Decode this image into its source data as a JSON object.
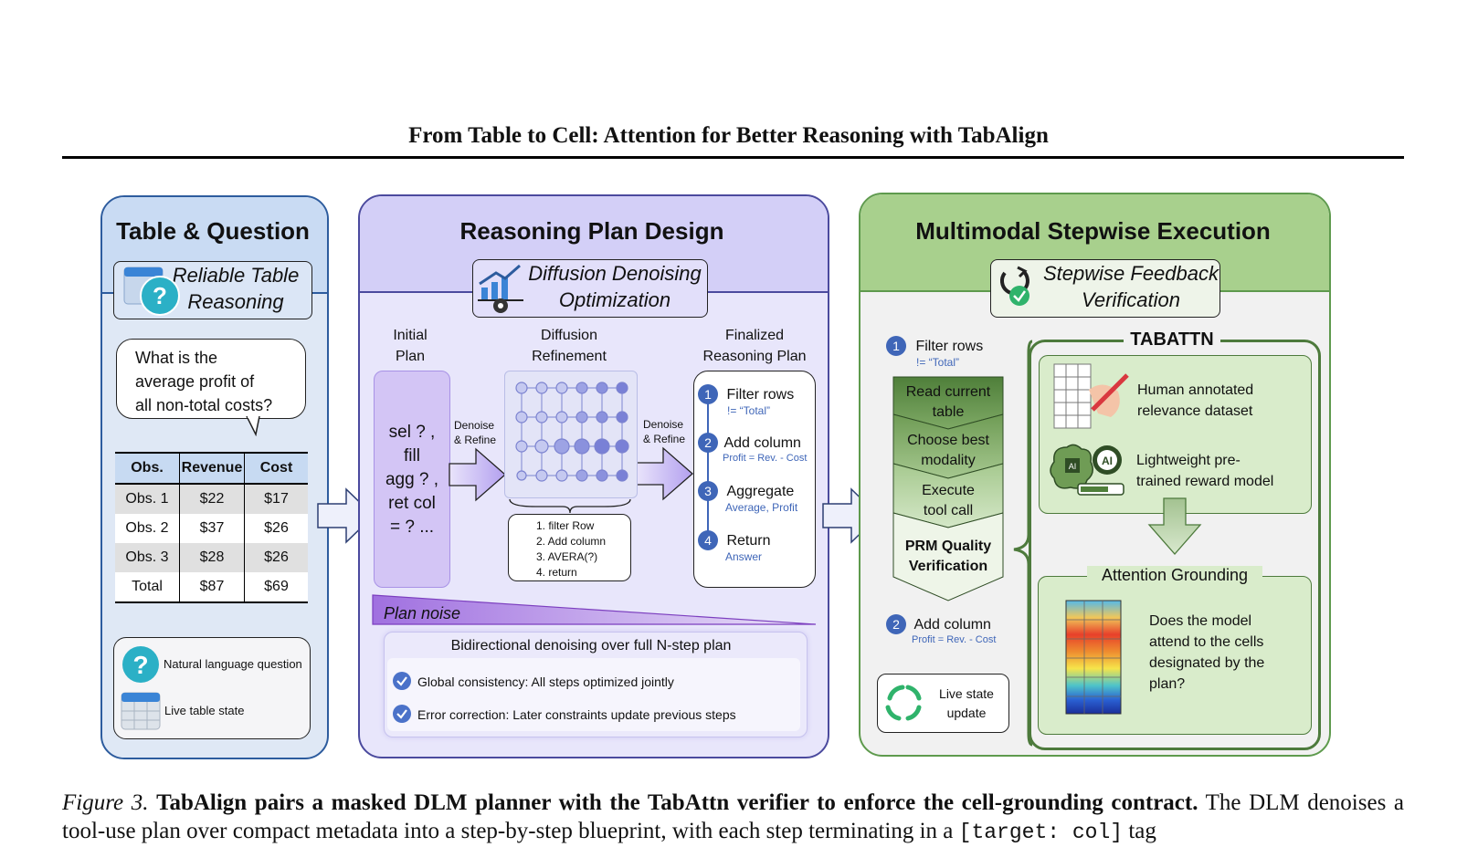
{
  "header": {
    "running_title": "From Table to Cell: Attention for Better Reasoning with TabAlign"
  },
  "panel1": {
    "title": "Table & Question",
    "subtitle_line1": "Reliable Table",
    "subtitle_line2": "Reasoning",
    "question_lines": [
      "What is the",
      "average profit of",
      "all non-total costs?"
    ],
    "table": {
      "headers": [
        "Obs.",
        "Revenue",
        "Cost"
      ],
      "rows": [
        [
          "Obs. 1",
          "$22",
          "$17"
        ],
        [
          "Obs. 2",
          "$37",
          "$26"
        ],
        [
          "Obs. 3",
          "$28",
          "$26"
        ],
        [
          "Total",
          "$87",
          "$69"
        ]
      ]
    },
    "legend": {
      "question": "Natural language question",
      "table": "Live table state"
    }
  },
  "panel2": {
    "title": "Reasoning Plan Design",
    "subtitle_line1": "Diffusion Denoising",
    "subtitle_line2": "Optimization",
    "col_initial": [
      "Initial",
      "Plan"
    ],
    "col_diffusion": [
      "Diffusion",
      "Refinement"
    ],
    "col_final": [
      "Finalized",
      "Reasoning Plan"
    ],
    "initial_plan_lines": [
      "sel ? ,",
      "fill",
      "agg ? ,",
      "ret col",
      "= ? ..."
    ],
    "denoise_label": [
      "Denoise",
      "& Refine"
    ],
    "refined_steps": [
      "1. filter Row",
      "2. Add column",
      "3. AVERA(?)",
      "4. return"
    ],
    "final_steps": [
      {
        "num": "1",
        "label": "Filter rows",
        "sub": "!= “Total”"
      },
      {
        "num": "2",
        "label": "Add column",
        "sub": "Profit = Rev. - Cost"
      },
      {
        "num": "3",
        "label": "Aggregate",
        "sub": "Average, Profit"
      },
      {
        "num": "4",
        "label": "Return",
        "sub": "Answer"
      }
    ],
    "plan_noise": "Plan noise",
    "bidirectional_title": "Bidirectional denoising over full N-step plan",
    "checks": [
      "Global consistency: All steps optimized jointly",
      "Error correction: Later constraints update previous steps"
    ]
  },
  "panel3": {
    "title": "Multimodal Stepwise Execution",
    "subtitle_line1": "Stepwise Feedback",
    "subtitle_line2": "Verification",
    "step1": {
      "num": "1",
      "label": "Filter rows",
      "sub": "!= “Total”"
    },
    "chevrons": [
      [
        "Read current",
        "table"
      ],
      [
        "Choose best",
        "modality"
      ],
      [
        "Execute",
        "tool call"
      ]
    ],
    "prm": [
      "PRM Quality",
      "Verification"
    ],
    "step2": {
      "num": "2",
      "label": "Add column",
      "sub": "Profit = Rev. - Cost"
    },
    "live_state": [
      "Live state",
      "update"
    ],
    "tabattn": "TABATTN",
    "dataset": [
      "Human annotated",
      "relevance dataset"
    ],
    "reward": [
      "Lightweight pre-",
      "trained reward model"
    ],
    "ai_badge": "AI",
    "attention_title": "Attention Grounding",
    "attention_question": [
      "Does the model",
      "attend to the cells",
      "designated by the",
      "plan?"
    ]
  },
  "caption": {
    "figure_label": "Figure 3.",
    "bold_text": "TabAlign pairs a masked DLM planner with the TabAttn verifier to enforce the cell-grounding contract.",
    "text1": "The DLM denoises a tool-use plan over compact metadata into a step-by-step blueprint, with each step terminating in a",
    "code": "[target: col]",
    "text2": "tag"
  },
  "colors": {
    "blue_panel": "#d5e3f5",
    "purple_panel": "#dcd9f9",
    "green_panel": "#a8d08d",
    "step_blue": "#3f66b8",
    "dark_green": "#4d7a3c"
  }
}
